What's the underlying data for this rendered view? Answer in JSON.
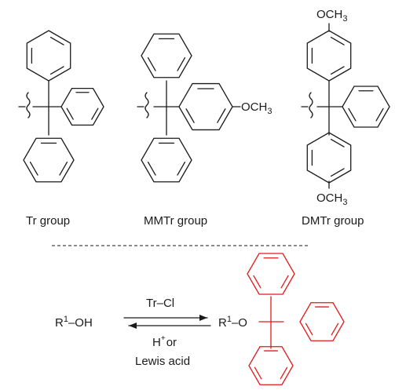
{
  "structures": [
    {
      "name": "Tr group",
      "substituent": ""
    },
    {
      "name": "MMTr group",
      "substituent": "OCH3"
    },
    {
      "name": "DMTr group",
      "substituent": "OCH3"
    }
  ],
  "reaction": {
    "reactant_r": "R",
    "reactant_sup": "1",
    "reactant_oh": "–OH",
    "reagent_forward": "Tr–Cl",
    "reagent_reverse_h": "H",
    "reagent_reverse_plus": "+",
    "reagent_reverse_or": "or",
    "reagent_reverse_lewis": "Lewis acid",
    "product_r": "R",
    "product_sup": "1",
    "product_o": "–O",
    "product_color": "#e01a1a"
  },
  "colors": {
    "bond": "#1a1a1a",
    "highlight": "#e01a1a"
  }
}
